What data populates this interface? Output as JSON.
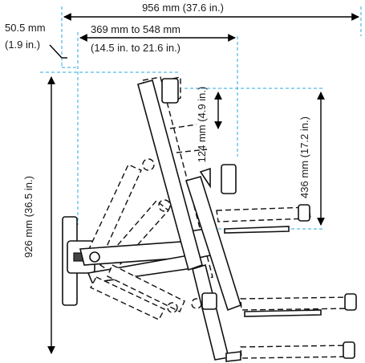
{
  "dimensions": {
    "overall_width": "956 mm (37.6 in.)",
    "offset_mm": "50.5 mm",
    "offset_in": "(1.9 in.)",
    "reach_mm": "369 mm to 548 mm",
    "reach_in": "(14.5 in. to 21.6 in.)",
    "height": "926 mm (36.5 in.)",
    "lift": "124 mm (4.9 in.)",
    "arm_height": "436 mm (17.2 in.)"
  },
  "colors": {
    "reference_lines": "#29a9e0",
    "line_art": "#000000"
  }
}
